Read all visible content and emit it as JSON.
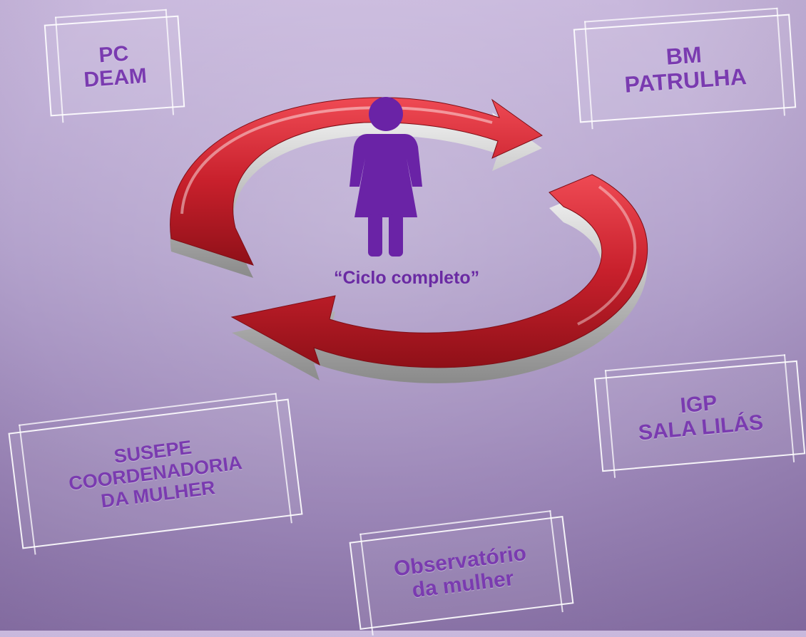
{
  "center": {
    "caption": "“Ciclo completo”"
  },
  "boxes": [
    {
      "id": "pc-deam",
      "lines": "PC\nDEAM"
    },
    {
      "id": "bm-patrulha",
      "lines": "BM\nPATRULHA"
    },
    {
      "id": "igp-sala-lilas",
      "lines": "IGP\nSALA LILÁS"
    },
    {
      "id": "susepe",
      "lines": "SUSEPE\nCOORDENADORIA\nDA MULHER"
    },
    {
      "id": "observatorio",
      "lines": "Observatório\nda mulher"
    }
  ],
  "colors": {
    "arrow_red": "#c8202c",
    "arrow_edge": "#9a9a9a",
    "figure_purple": "#6a23a6",
    "label_purple": "#7a3bb0"
  },
  "icons": {
    "figure": "woman-icon",
    "cycle": "cycle-arrows-icon"
  }
}
